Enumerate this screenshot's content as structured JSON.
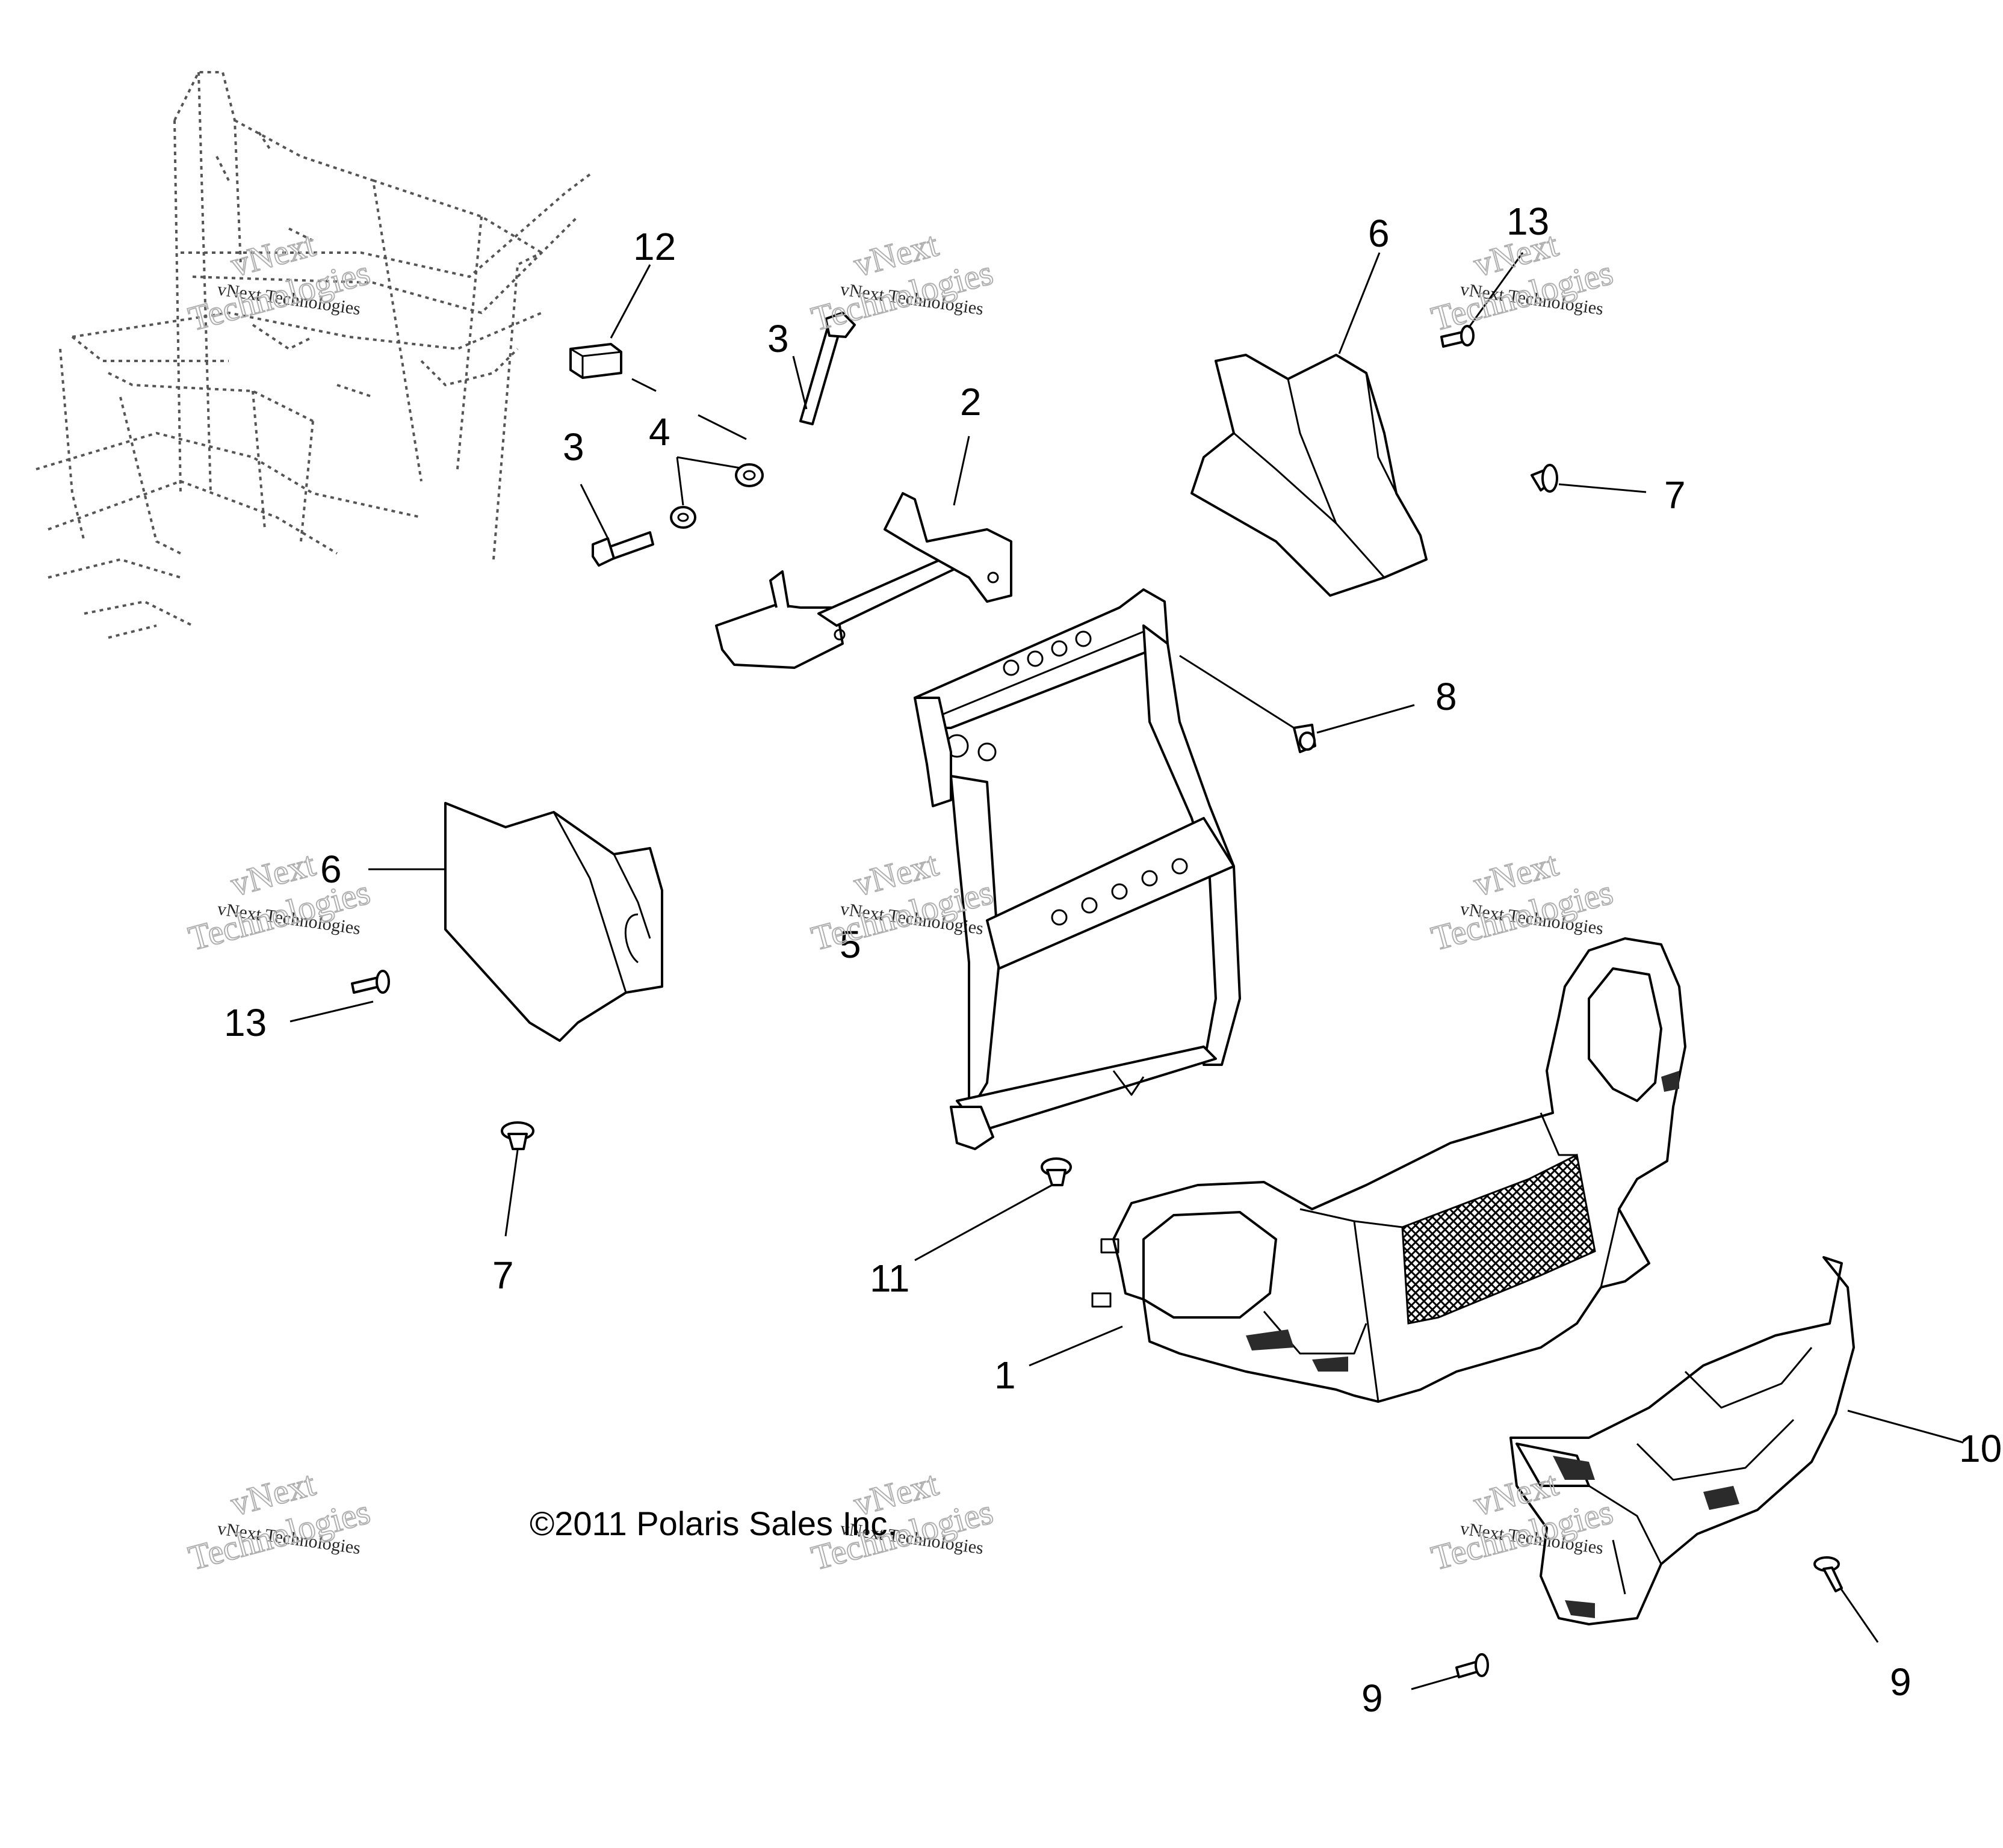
{
  "copyright": "©2011 Polaris Sales Inc.",
  "watermark": {
    "line1": "vNext Technologies",
    "line2": "vNext",
    "line3": "Technologies"
  },
  "callouts": [
    {
      "id": "c12",
      "text": "12"
    },
    {
      "id": "c3a",
      "text": "3"
    },
    {
      "id": "c3b",
      "text": "3"
    },
    {
      "id": "c4",
      "text": "4"
    },
    {
      "id": "c2",
      "text": "2"
    },
    {
      "id": "c6a",
      "text": "6"
    },
    {
      "id": "c13a",
      "text": "13"
    },
    {
      "id": "c7a",
      "text": "7"
    },
    {
      "id": "c8",
      "text": "8"
    },
    {
      "id": "c6b",
      "text": "6"
    },
    {
      "id": "c5",
      "text": "5"
    },
    {
      "id": "c13b",
      "text": "13"
    },
    {
      "id": "c7b",
      "text": "7"
    },
    {
      "id": "c11",
      "text": "11"
    },
    {
      "id": "c1",
      "text": "1"
    },
    {
      "id": "c10",
      "text": "10"
    },
    {
      "id": "c9a",
      "text": "9"
    },
    {
      "id": "c9b",
      "text": "9"
    }
  ]
}
